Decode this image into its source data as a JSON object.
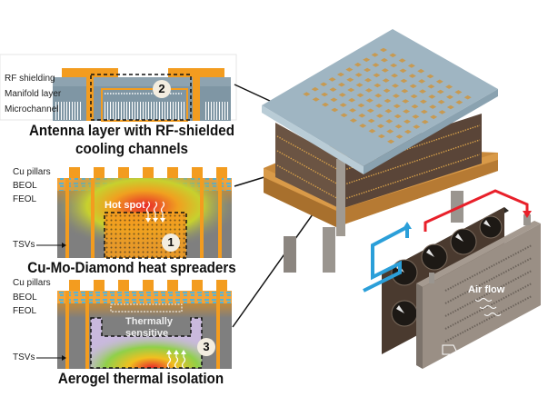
{
  "panels": {
    "antenna": {
      "labels": [
        "RF shielding",
        "Manifold layer",
        "Microchannel"
      ],
      "badge": "2",
      "caption_line1": "Antenna layer with RF-shielded",
      "caption_line2": "cooling channels"
    },
    "spreader": {
      "labels": [
        "Cu pillars",
        "BEOL",
        "FEOL",
        "TSVs"
      ],
      "hotspot": "Hot spot",
      "badge": "1",
      "caption": "Cu-Mo-Diamond heat spreaders"
    },
    "isolation": {
      "labels": [
        "Cu pillars",
        "BEOL",
        "FEOL",
        "TSVs"
      ],
      "sensitive_line1": "Thermally",
      "sensitive_line2": "sensitive",
      "badge": "3",
      "caption": "Aerogel thermal isolation"
    }
  },
  "cooler": {
    "airflow": "Air flow"
  },
  "colors": {
    "copper": "#f39c1f",
    "silicon": "#7f7f7f",
    "antenna_plate": "#9fb5c2",
    "stack_brown": "#6b5443",
    "base_wood": "#c8893b",
    "hot_pipe": "#e8202a",
    "cold_pipe": "#2b9fd9",
    "beol_blue": "#56b3d6",
    "aerogel": "#c9b9dd"
  }
}
